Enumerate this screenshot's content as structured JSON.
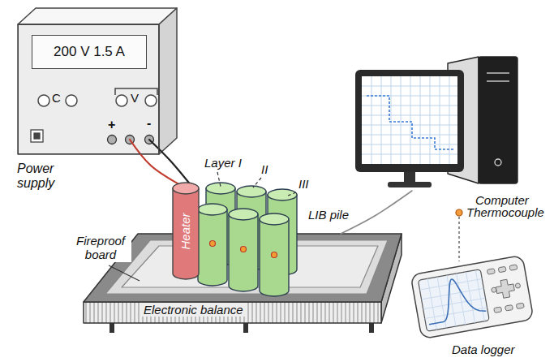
{
  "diagram": {
    "nodes": [
      {
        "text": [
          "Power supply"
        ]
      },
      {
        "text": [
          "200 V 1.5 A"
        ],
        "in": 0
      },
      {
        "text": [
          "Heater"
        ]
      },
      {
        "text": [
          "Electronic balance"
        ]
      },
      {
        "text": [
          "Computer"
        ]
      },
      {
        "text": [
          "Data logger"
        ]
      }
    ],
    "edges": [
      {
        "from": 0,
        "to": 2,
        "arrow": "none"
      },
      {
        "from": 0,
        "to": 2,
        "arrow": "none"
      },
      {
        "from": 3,
        "to": 4,
        "arrow": "none"
      }
    ],
    "labels": [
      "C",
      "V",
      "+",
      "-",
      "Layer I",
      "II",
      "III",
      "LIB pile",
      "Fireproof board",
      "Thermocouple"
    ]
  }
}
